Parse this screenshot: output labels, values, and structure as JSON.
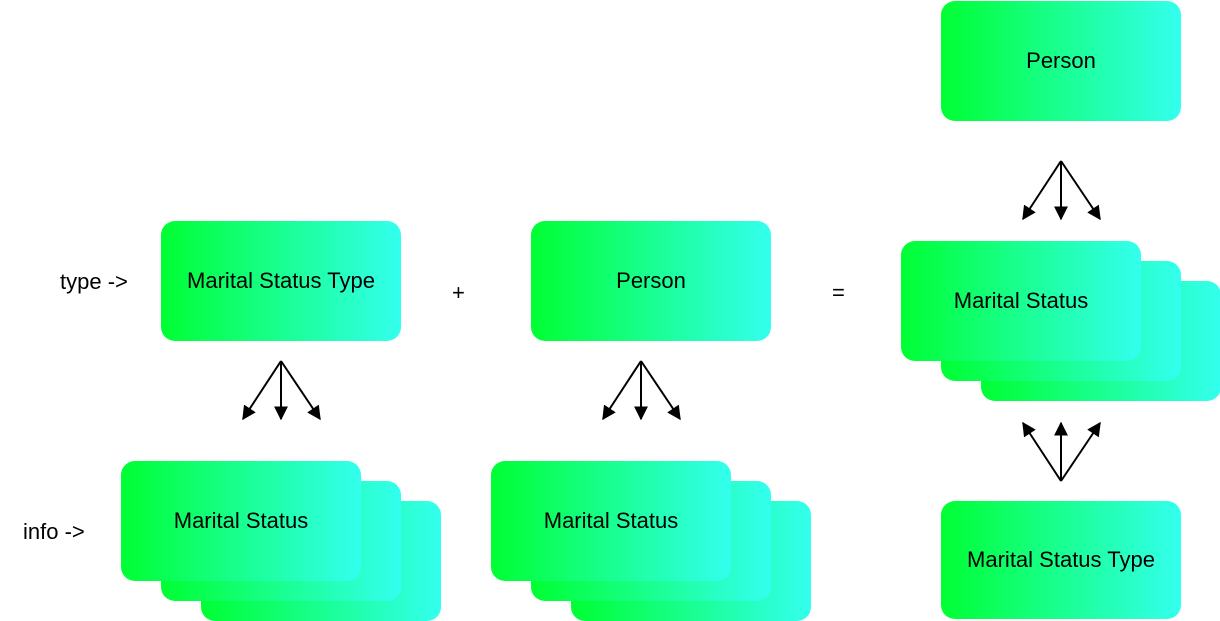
{
  "labels": {
    "type_arrow": "type ->",
    "info_arrow": "info ->",
    "plus": "+",
    "equals": "="
  },
  "left": {
    "type_box": "Marital Status Type",
    "info_box": "Marital Status"
  },
  "middle": {
    "person_box": "Person",
    "info_box": "Marital Status"
  },
  "right": {
    "person_box": "Person",
    "info_box": "Marital Status",
    "type_box": "Marital Status Type"
  },
  "colors": {
    "gradient_start": "#00ff33",
    "gradient_end": "#33ffee"
  }
}
